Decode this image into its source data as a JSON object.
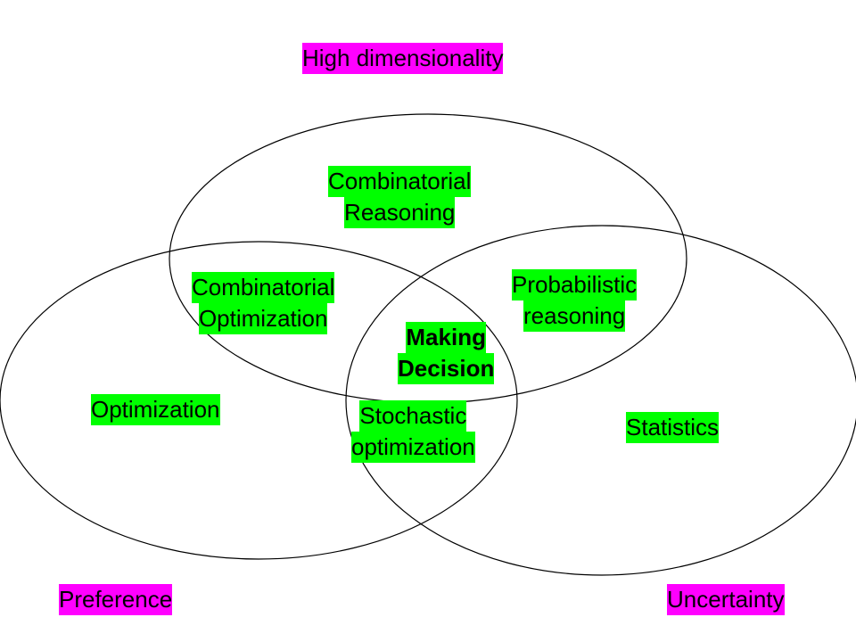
{
  "colors": {
    "region_highlight": "#00ff00",
    "dimension_highlight": "#ff00ff",
    "ellipse_stroke": "#000000",
    "background": "#ffffff"
  },
  "dimensions": {
    "top": "High dimensionality",
    "bottom_left": "Preference",
    "bottom_right": "Uncertainty"
  },
  "regions": {
    "combinatorial_reasoning": [
      "Combinatorial",
      "Reasoning"
    ],
    "combinatorial_optimization": [
      "Combinatorial",
      "Optimization"
    ],
    "probabilistic_reasoning": [
      "Probabilistic",
      "reasoning"
    ],
    "making_decision": [
      "Making",
      "Decision"
    ],
    "optimization": "Optimization",
    "stochastic_optimization": [
      "Stochastic",
      "optimization"
    ],
    "statistics": "Statistics"
  }
}
